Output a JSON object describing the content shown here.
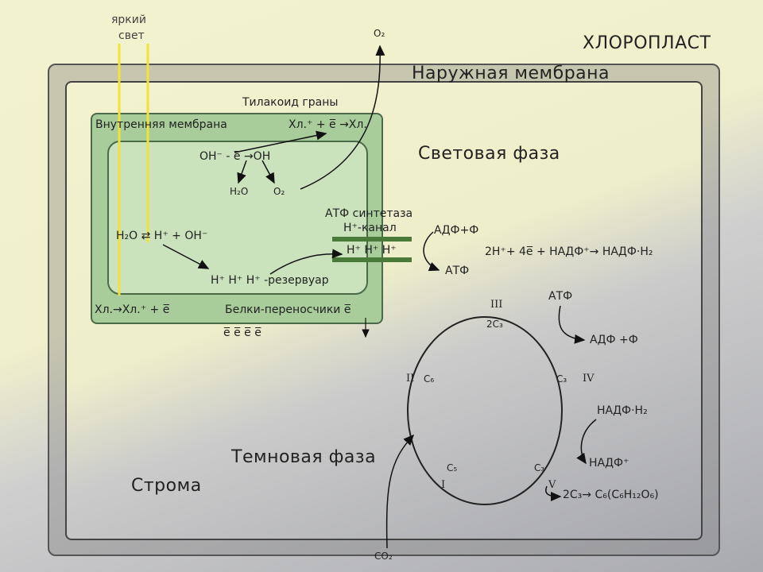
{
  "title": "ХЛОРОПЛАСТ",
  "outer_membrane": "Наружная мембрана",
  "light_phase": "Световая фаза",
  "dark_phase": "Темновая фаза",
  "stroma": "Строма",
  "bright_light": [
    "яркий",
    "свет"
  ],
  "o2_top": "O₂",
  "thylakoid": "Тилакоид граны",
  "inner_membrane": "Внутренняя мембрана",
  "chl_excite": "Хл.⁺ + e̅ →Хл.",
  "oh_reaction": "OH⁻ - e̅ →OH",
  "h2o_product": "H₂O",
  "o2_product": "O₂",
  "water_split": "H₂O ⇄ H⁺ + OH⁻",
  "reservoir": "H⁺ H⁺ H⁺ -резервуар",
  "chl_bottom": "Хл.→Хл.⁺ + e̅",
  "carriers": "Белки-переносчики e̅",
  "electrons": "e̅    e̅    e̅    e̅",
  "atp_synthase": "АТФ синтетаза",
  "h_channel": "H⁺-канал",
  "channel_h": "H⁺  H⁺  H⁺",
  "adp_light": "АДФ+Ф",
  "atp_light": "АТФ",
  "nadp_reaction": "2H⁺+ 4e̅ + НАДФ⁺→ НАДФ·H₂",
  "cycle": {
    "I": "I",
    "II": "II",
    "III": "III",
    "IV": "IV",
    "V": "V",
    "c3_top": "2C₃",
    "c6": "C₆",
    "c3_right": "C₃",
    "c5": "C₅",
    "c3_bottom": "C₃",
    "atp": "АТФ",
    "adp": "АДФ +Ф",
    "nadph": "НАДФ·H₂",
    "nadp": "НАДФ⁺",
    "product": "2C₃→ C₆(C₆H₁₂O₆)",
    "co2": "CO₂"
  }
}
